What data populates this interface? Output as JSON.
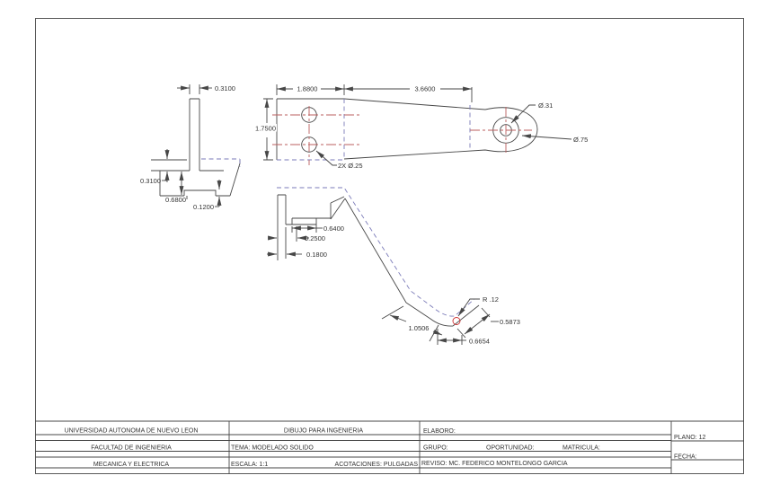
{
  "sheet": {
    "type": "engineering-drawing"
  },
  "colors": {
    "line": "#474747",
    "dashed": "#7a7ab8",
    "center": "#bb5f5f",
    "highlight": "#cc3333",
    "text": "#333333"
  },
  "views": {
    "front": {
      "dim_post_width": "0.3100",
      "dim_step": "0.3100",
      "dim_base_height": "0.6800",
      "dim_notch": "0.1200"
    },
    "top": {
      "dim_left_width": "1.8800",
      "dim_arm_length": "3.6600",
      "dim_height": "1.7500",
      "label_holes": "2X Ø.25",
      "label_hole_dia": "Ø.31",
      "label_boss_dia": "Ø.75"
    },
    "side": {
      "dim_shelf": "0.6400",
      "dim_offset": "0.2500",
      "dim_thickness": "0.1800",
      "label_radius": "R .12",
      "dim_slope": "1.0506",
      "dim_flange": "0.5873",
      "dim_bottom": "0.6654"
    }
  },
  "title_block": {
    "university": "UNIVERSIDAD AUTONOMA DE NUEVO LEON",
    "faculty": "FACULTAD DE INGENIERIA",
    "department": "MECANICA Y ELECTRICA",
    "course": "DIBUJO PARA INGENIERIA",
    "tema": "TEMA: MODELADO SOLIDO",
    "escala": "ESCALA: 1:1",
    "acotaciones": "ACOTACIONES: PULGADAS",
    "elaboro": "ELABORO:",
    "grupo": "GRUPO:",
    "oportunidad": "OPORTUNIDAD:",
    "matricula": "MATRICULA:",
    "reviso": "REVISO: MC. FEDERICO MONTELONGO GARCIA",
    "plano": "PLANO: 12",
    "fecha": "FECHA:"
  }
}
